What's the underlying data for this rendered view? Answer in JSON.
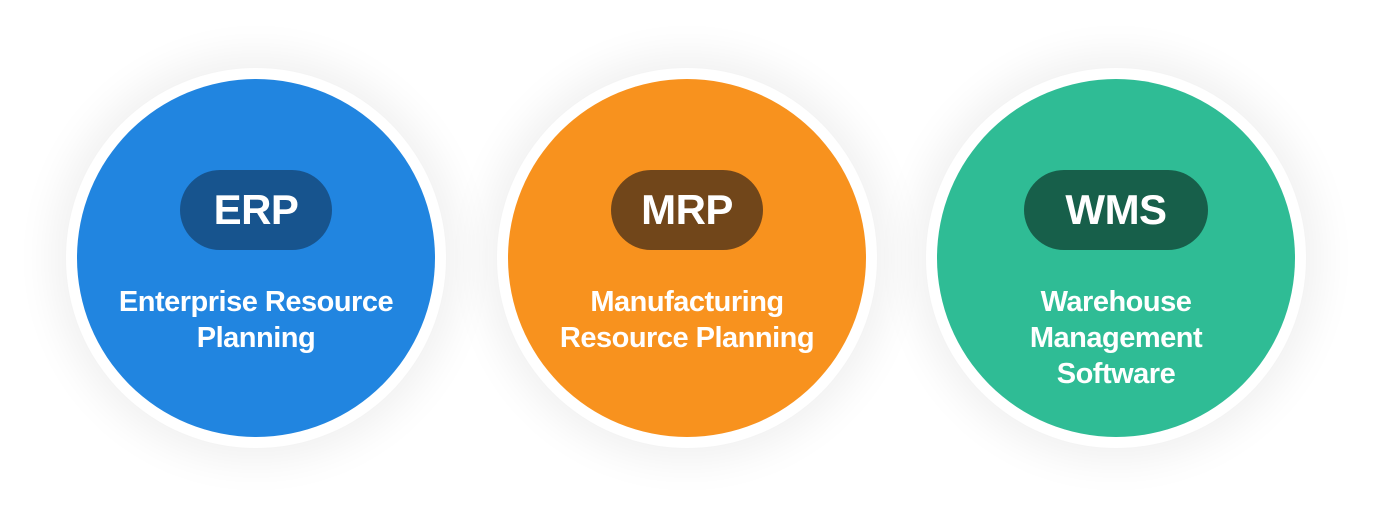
{
  "items": [
    {
      "abbr": "ERP",
      "lines": [
        "Enterprise Resource",
        "Planning"
      ],
      "color": "#2185E0",
      "pill_color": "#17548E"
    },
    {
      "abbr": "MRP",
      "lines": [
        "Manufacturing",
        "Resource Planning"
      ],
      "color": "#F8921E",
      "pill_color": "#71461A"
    },
    {
      "abbr": "WMS",
      "lines": [
        "Warehouse",
        "Management",
        "Software"
      ],
      "color": "#2FBC95",
      "pill_color": "#175F4A"
    }
  ]
}
